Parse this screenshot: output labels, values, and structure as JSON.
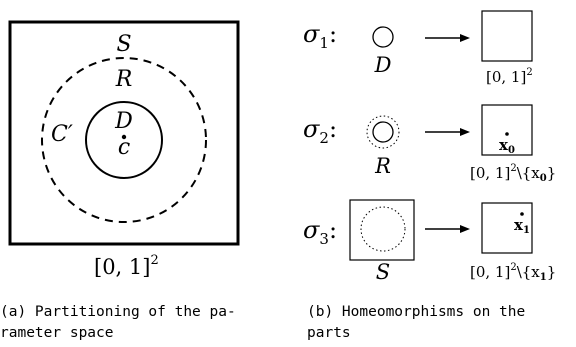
{
  "panel_a": {
    "label_S": "S",
    "label_R": "R",
    "label_D": "D",
    "label_c": "c",
    "label_C": "C′",
    "square_label": "[0, 1]",
    "square_label_sup": "2",
    "caption_line1": "(a) Partitioning of the pa-",
    "caption_line2": "rameter space"
  },
  "panel_b": {
    "rows": [
      {
        "sigma": "σ",
        "sub": "1",
        "colon": ":",
        "region": "D",
        "target": "[0, 1]",
        "target_sup": "2",
        "removed": "",
        "point": ""
      },
      {
        "sigma": "σ",
        "sub": "2",
        "colon": ":",
        "region": "R",
        "target": "[0, 1]",
        "target_sup": "2",
        "removed": "\\{x",
        "removed_sub": "0",
        "removed_close": "}",
        "point": "x",
        "point_sub": "0"
      },
      {
        "sigma": "σ",
        "sub": "3",
        "colon": ":",
        "region": "S",
        "target": "[0, 1]",
        "target_sup": "2",
        "removed": "\\{x",
        "removed_sub": "1",
        "removed_close": "}",
        "point": "x",
        "point_sub": "1"
      }
    ],
    "caption_line1": "(b) Homeomorphisms on the",
    "caption_line2": "parts"
  }
}
